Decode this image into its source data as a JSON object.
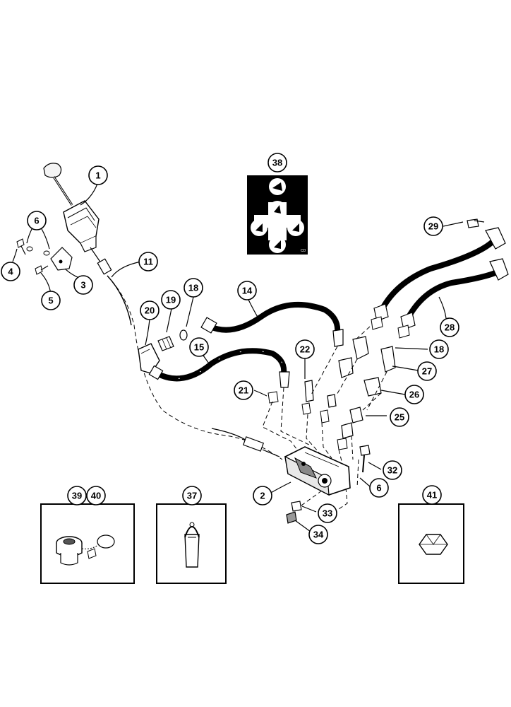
{
  "callouts": {
    "c1": "1",
    "c2": "2",
    "c3": "3",
    "c4": "4",
    "c5": "5",
    "c6a": "6",
    "c6b": "6",
    "c11": "11",
    "c14": "14",
    "c15": "15",
    "c18a": "18",
    "c18b": "18",
    "c19": "19",
    "c20": "20",
    "c21": "21",
    "c22": "22",
    "c25": "25",
    "c26": "26",
    "c27": "27",
    "c28": "28",
    "c29": "29",
    "c32": "32",
    "c33": "33",
    "c34": "34",
    "c37": "37",
    "c38": "38",
    "c39": "39",
    "c40": "40",
    "c41": "41"
  },
  "decal_mark": "CD",
  "colors": {
    "ink": "#000000",
    "paper": "#ffffff"
  }
}
